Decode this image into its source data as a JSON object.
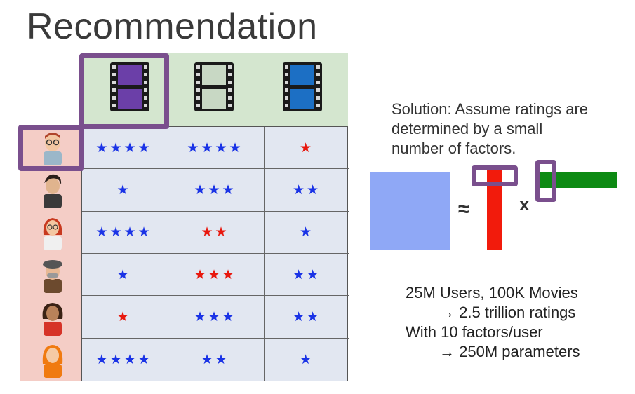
{
  "title": "Recommendation",
  "solution": {
    "line1": "Solution: Assume ratings are",
    "line2": "determined by a small",
    "line3": "number of factors."
  },
  "factorization": {
    "approx_symbol": "≈",
    "times_symbol": "x",
    "colors": {
      "ratings": "#8fa8f6",
      "user_factors": "#f21b0c",
      "movie_factors": "#0d8a13",
      "highlight": "#7a4f8d"
    }
  },
  "stats": {
    "line1": "25M Users, 100K Movies",
    "line2": "→ 2.5 trillion ratings",
    "line3": "With 10 factors/user",
    "line4": "→ 250M parameters"
  },
  "movies": [
    {
      "icon": "film-icon-purple",
      "color": "#6b3fa8"
    },
    {
      "icon": "film-icon-gray",
      "color": "#c8d8c4"
    },
    {
      "icon": "film-icon-blue",
      "color": "#1c6fc4"
    }
  ],
  "users": [
    {
      "icon": "user-avatar-glasses",
      "hair": "#b0442a",
      "shirt": "#9bb7c9"
    },
    {
      "icon": "user-avatar-dark",
      "hair": "#2a1f1a",
      "shirt": "#3a3a3a"
    },
    {
      "icon": "user-avatar-redhead",
      "hair": "#c8391f",
      "shirt": "#f0f0f0"
    },
    {
      "icon": "user-avatar-cap",
      "hair": "#555555",
      "shirt": "#6c4a2e"
    },
    {
      "icon": "user-avatar-curly",
      "hair": "#3a2215",
      "shirt": "#d63328"
    },
    {
      "icon": "user-avatar-orange",
      "hair": "#f07a10",
      "shirt": "#f07a10"
    }
  ],
  "ratings": [
    [
      {
        "stars": "★★★★",
        "color": "blue"
      },
      {
        "stars": "★★★★",
        "color": "blue"
      },
      {
        "stars": "★",
        "color": "red"
      }
    ],
    [
      {
        "stars": "★",
        "color": "blue"
      },
      {
        "stars": "★★★",
        "color": "blue"
      },
      {
        "stars": "★★",
        "color": "blue"
      }
    ],
    [
      {
        "stars": "★★★★",
        "color": "blue"
      },
      {
        "stars": "★★",
        "color": "red"
      },
      {
        "stars": "★",
        "color": "blue"
      }
    ],
    [
      {
        "stars": "★",
        "color": "blue"
      },
      {
        "stars": "★★★",
        "color": "red"
      },
      {
        "stars": "★★",
        "color": "blue"
      }
    ],
    [
      {
        "stars": "★",
        "color": "red"
      },
      {
        "stars": "★★★",
        "color": "blue"
      },
      {
        "stars": "★★",
        "color": "blue"
      }
    ],
    [
      {
        "stars": "★★★★",
        "color": "blue"
      },
      {
        "stars": "★★",
        "color": "blue"
      },
      {
        "stars": "★",
        "color": "blue"
      }
    ]
  ]
}
